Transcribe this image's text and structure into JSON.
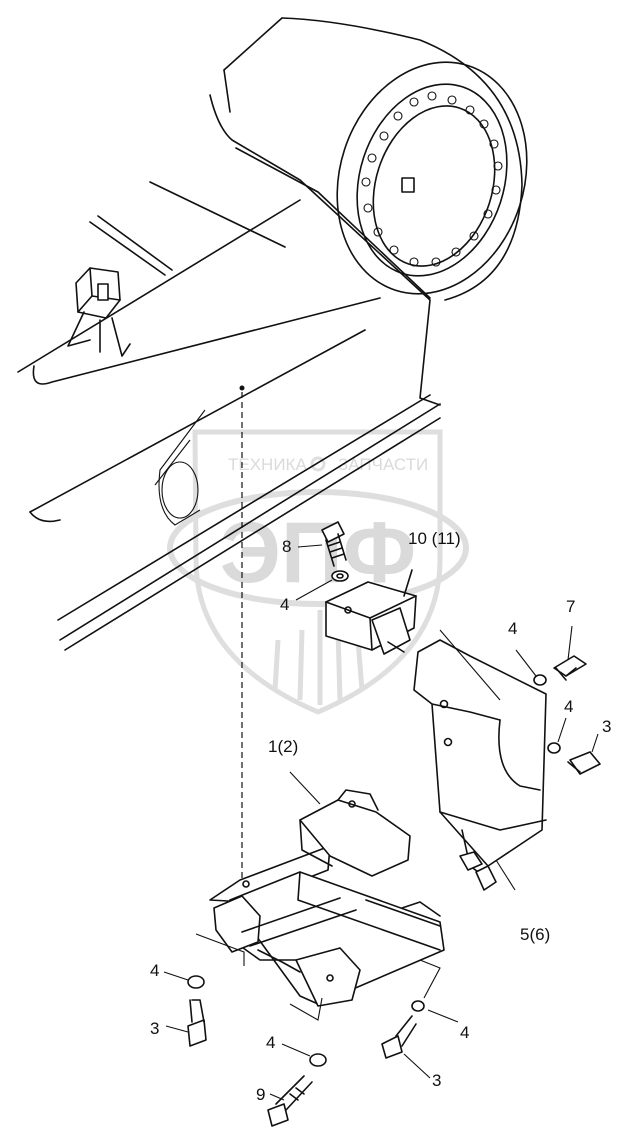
{
  "watermark": {
    "top_text": "ТЕХНИКА",
    "top_text_right": "ЗАПЧАСТИ",
    "logo_text": "ЭПФ",
    "color": "#bdbdbd"
  },
  "callouts": [
    {
      "id": "c8",
      "label": "8"
    },
    {
      "id": "c10",
      "label": "10 (11)"
    },
    {
      "id": "c4a",
      "label": "4"
    },
    {
      "id": "c7",
      "label": "7"
    },
    {
      "id": "c4b",
      "label": "4"
    },
    {
      "id": "c4c",
      "label": "4"
    },
    {
      "id": "c3a",
      "label": "3"
    },
    {
      "id": "c1",
      "label": "1(2)"
    },
    {
      "id": "c5",
      "label": "5(6)"
    },
    {
      "id": "c4d",
      "label": "4"
    },
    {
      "id": "c3b",
      "label": "3"
    },
    {
      "id": "c4e",
      "label": "4"
    },
    {
      "id": "c3c",
      "label": "3"
    },
    {
      "id": "c4f",
      "label": "4"
    },
    {
      "id": "c9",
      "label": "9"
    }
  ]
}
